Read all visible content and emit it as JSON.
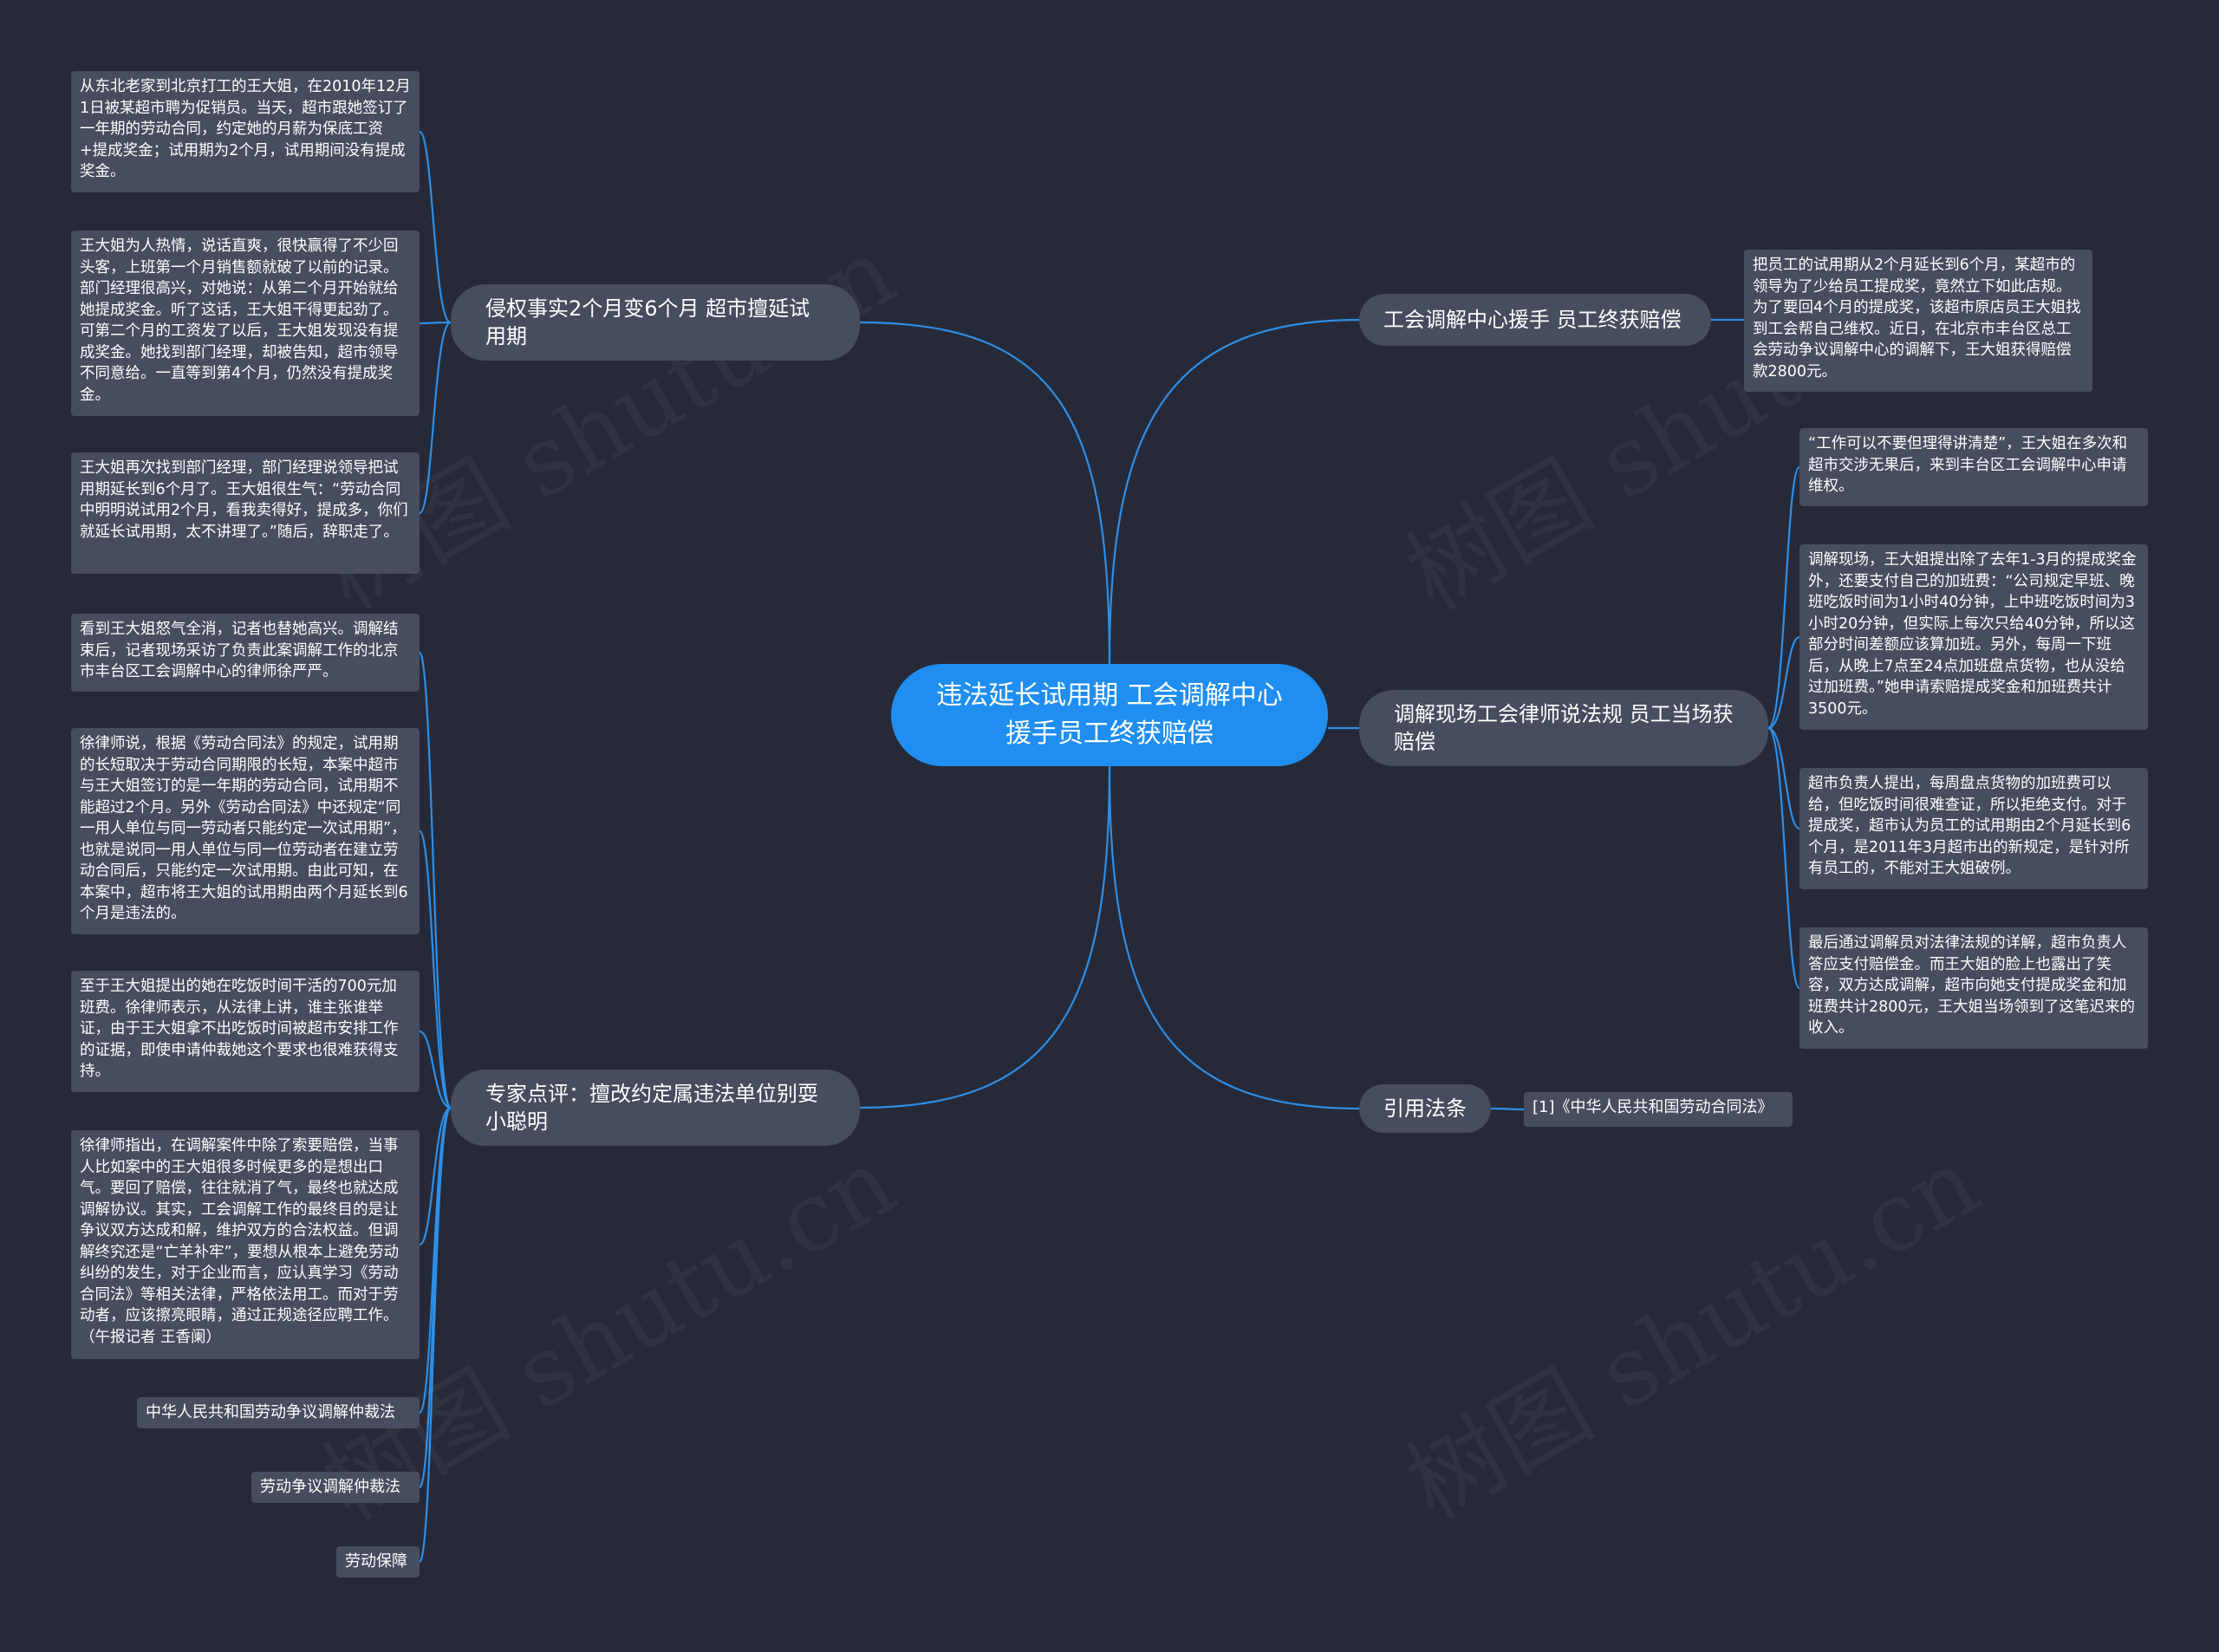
{
  "root": {
    "title": "违法延长试用期 工会调解中心援手员工终获赔偿"
  },
  "branches": {
    "facts": {
      "title": "侵权事实2个月变6个月  超市擅延试用期",
      "items": [
        "从东北老家到北京打工的王大姐，在2010年12月1日被某超市聘为促销员。当天，超市跟她签订了一年期的劳动合同，约定她的月薪为保底工资+提成奖金；试用期为2个月，试用期间没有提成奖金。",
        "王大姐为人热情，说话直爽，很快赢得了不少回头客，上班第一个月销售额就破了以前的记录。部门经理很高兴，对她说：从第二个月开始就给她提成奖金。听了这话，王大姐干得更起劲了。可第二个月的工资发了以后，王大姐发现没有提成奖金。她找到部门经理，却被告知，超市领导不同意给。一直等到第4个月，仍然没有提成奖金。",
        "王大姐再次找到部门经理，部门经理说领导把试用期延长到6个月了。王大姐很生气：“劳动合同中明明说试用2个月，看我卖得好，提成多，你们就延长试用期，太不讲理了。”随后，辞职走了。"
      ]
    },
    "expert": {
      "title": "专家点评：擅改约定属违法单位别耍小聪明",
      "items": [
        "看到王大姐怒气全消，记者也替她高兴。调解结束后，记者现场采访了负责此案调解工作的北京市丰台区工会调解中心的律师徐严严。",
        "徐律师说，根据《劳动合同法》的规定，试用期的长短取决于劳动合同期限的长短，本案中超市与王大姐签订的是一年期的劳动合同，试用期不能超过2个月。另外《劳动合同法》中还规定“同一用人单位与同一劳动者只能约定一次试用期”，也就是说同一用人单位与同一位劳动者在建立劳动合同后，只能约定一次试用期。由此可知，在本案中，超市将王大姐的试用期由两个月延长到6个月是违法的。",
        "至于王大姐提出的她在吃饭时间干活的700元加班费。徐律师表示，从法律上讲，谁主张谁举证，由于王大姐拿不出吃饭时间被超市安排工作的证据，即使申请仲裁她这个要求也很难获得支持。",
        "徐律师指出，在调解案件中除了索要赔偿，当事人比如案中的王大姐很多时候更多的是想出口气。要回了赔偿，往往就消了气，最终也就达成调解协议。其实，工会调解工作的最终目的是让争议双方达成和解，维护双方的合法权益。但调解终究还是“亡羊补牢”，要想从根本上避免劳动纠纷的发生，对于企业而言，应认真学习《劳动合同法》等相关法律，严格依法用工。而对于劳动者，应该擦亮眼睛，通过正规途径应聘工作。（午报记者 王香阑）"
      ],
      "tags": [
        "中华人民共和国劳动争议调解仲裁法",
        "劳动争议调解仲裁法",
        "劳动保障"
      ]
    },
    "union": {
      "title": "工会调解中心援手 员工终获赔偿",
      "items": [
        "把员工的试用期从2个月延长到6个月，某超市的领导为了少给员工提成奖，竟然立下如此店规。为了要回4个月的提成奖，该超市原店员王大姐找到工会帮自己维权。近日，在北京市丰台区总工会劳动争议调解中心的调解下，王大姐获得赔偿款2800元。"
      ]
    },
    "mediation": {
      "title": "调解现场工会律师说法规  员工当场获赔偿",
      "items": [
        "“工作可以不要但理得讲清楚”，王大姐在多次和超市交涉无果后，来到丰台区工会调解中心申请维权。",
        "调解现场，王大姐提出除了去年1-3月的提成奖金外，还要支付自己的加班费：“公司规定早班、晚班吃饭时间为1小时40分钟，上中班吃饭时间为3小时20分钟，但实际上每次只给40分钟，所以这部分时间差额应该算加班。另外，每周一下班后，从晚上7点至24点加班盘点货物，也从没给过加班费。”她申请索赔提成奖金和加班费共计3500元。",
        "超市负责人提出，每周盘点货物的加班费可以给，但吃饭时间很难查证，所以拒绝支付。对于提成奖，超市认为员工的试用期由2个月延长到6个月，是2011年3月超市出的新规定，是针对所有员工的，不能对王大姐破例。",
        "最后通过调解员对法律法规的详解，超市负责人答应支付赔偿金。而王大姐的脸上也露出了笑容，双方达成调解，超市向她支付提成奖金和加班费共计2800元，王大姐当场领到了这笔迟来的收入。"
      ]
    },
    "law": {
      "title": "引用法条",
      "items": [
        "[1]《中华人民共和国劳动合同法》"
      ]
    }
  },
  "watermark": "树图 shutu.cn",
  "colors": {
    "background": "#262a38",
    "root": "#1f8ef0",
    "node": "#474c5e",
    "link": "#2d8ee8"
  }
}
